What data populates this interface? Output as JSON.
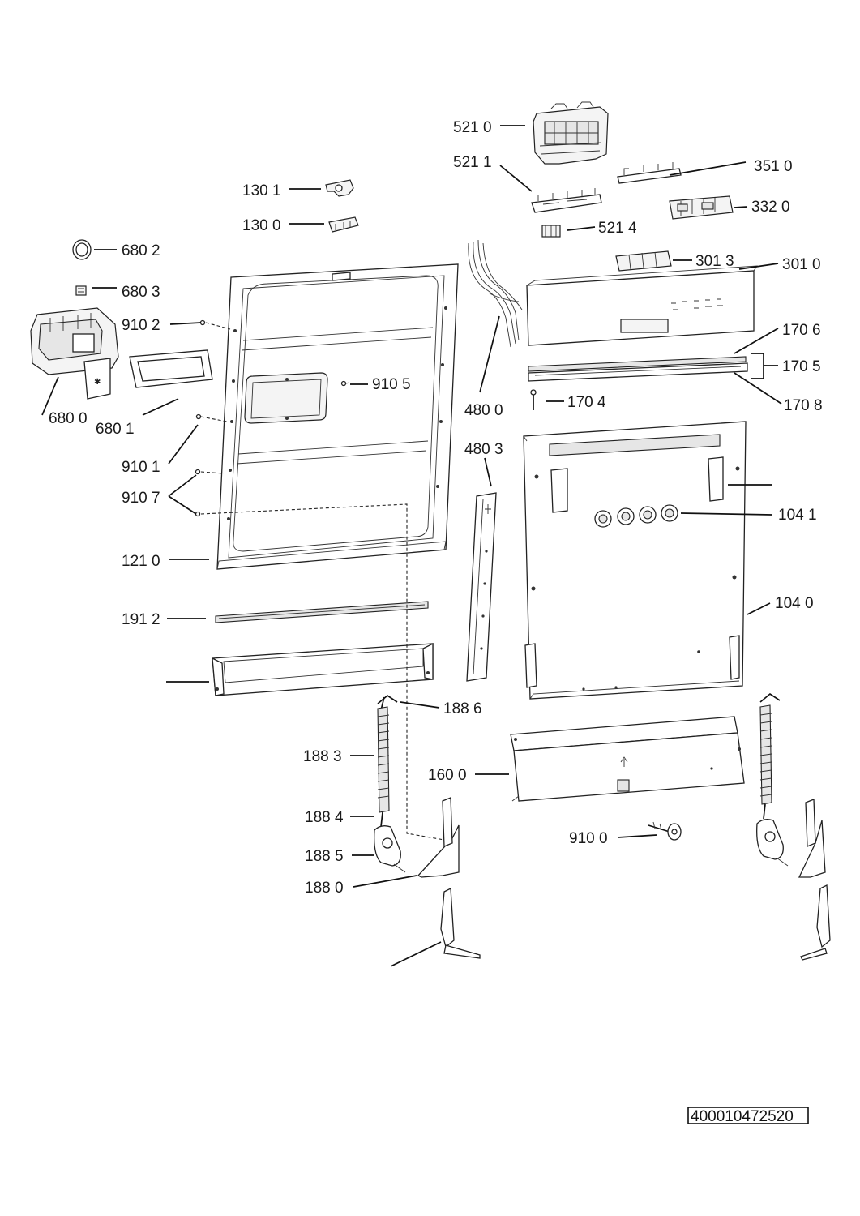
{
  "document_number": "400010472520",
  "callouts": [
    {
      "id": "c5210",
      "text": "521 0"
    },
    {
      "id": "c5211",
      "text": "521 1"
    },
    {
      "id": "c3510",
      "text": "351 0"
    },
    {
      "id": "c3320",
      "text": "332 0"
    },
    {
      "id": "c5214",
      "text": "521 4"
    },
    {
      "id": "c1301",
      "text": "130 1"
    },
    {
      "id": "c1300",
      "text": "130 0"
    },
    {
      "id": "c6802",
      "text": "680 2"
    },
    {
      "id": "c6803",
      "text": "680 3"
    },
    {
      "id": "c3013",
      "text": "301 3"
    },
    {
      "id": "c3010",
      "text": "301 0"
    },
    {
      "id": "c9102",
      "text": "910 2"
    },
    {
      "id": "c1706",
      "text": "170 6"
    },
    {
      "id": "c9105",
      "text": "910 5"
    },
    {
      "id": "c1705",
      "text": "170 5"
    },
    {
      "id": "c4800",
      "text": "480 0"
    },
    {
      "id": "c1704",
      "text": "170 4"
    },
    {
      "id": "c1708",
      "text": "170 8"
    },
    {
      "id": "c6800",
      "text": "680 0"
    },
    {
      "id": "c6801",
      "text": "680 1"
    },
    {
      "id": "c4803",
      "text": "480 3"
    },
    {
      "id": "c9101",
      "text": "910 1"
    },
    {
      "id": "c9107",
      "text": "910 7"
    },
    {
      "id": "c1041",
      "text": "104 1"
    },
    {
      "id": "c1210",
      "text": "121 0"
    },
    {
      "id": "c1040",
      "text": "104 0"
    },
    {
      "id": "c1912",
      "text": "191 2"
    },
    {
      "id": "c1886",
      "text": "188 6"
    },
    {
      "id": "c1883",
      "text": "188 3"
    },
    {
      "id": "c1600",
      "text": "160 0"
    },
    {
      "id": "c1884",
      "text": "188 4"
    },
    {
      "id": "c9100",
      "text": "910 0"
    },
    {
      "id": "c1885",
      "text": "188 5"
    },
    {
      "id": "c1880",
      "text": "188 0"
    }
  ]
}
